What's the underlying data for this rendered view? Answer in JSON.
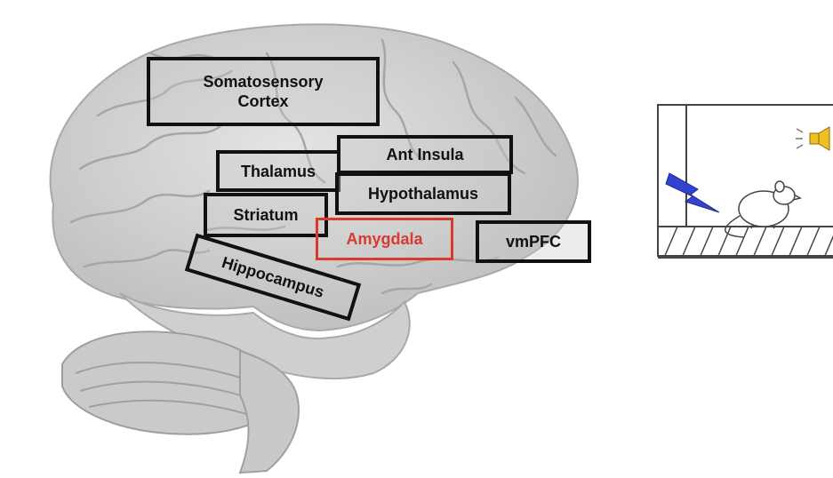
{
  "colors": {
    "box_border": "#111111",
    "highlight": "#d93a30",
    "brain_fill": "#d9d9d9",
    "brain_stroke": "#a9a9a9",
    "shock": "#3243d0",
    "speaker": "#f0c020"
  },
  "regions": {
    "somatosensory": "Somatosensory\nCortex",
    "ant_insula": "Ant Insula",
    "thalamus": "Thalamus",
    "hypothalamus": "Hypothalamus",
    "striatum": "Striatum",
    "amygdala": "Amygdala",
    "vmpfc": "vmPFC",
    "hippocampus": "Hippocampus"
  },
  "icons": {
    "brain": "brain-illustration",
    "shock": "lightning-bolt-icon",
    "tone": "speaker-icon",
    "animal": "rat-icon"
  }
}
